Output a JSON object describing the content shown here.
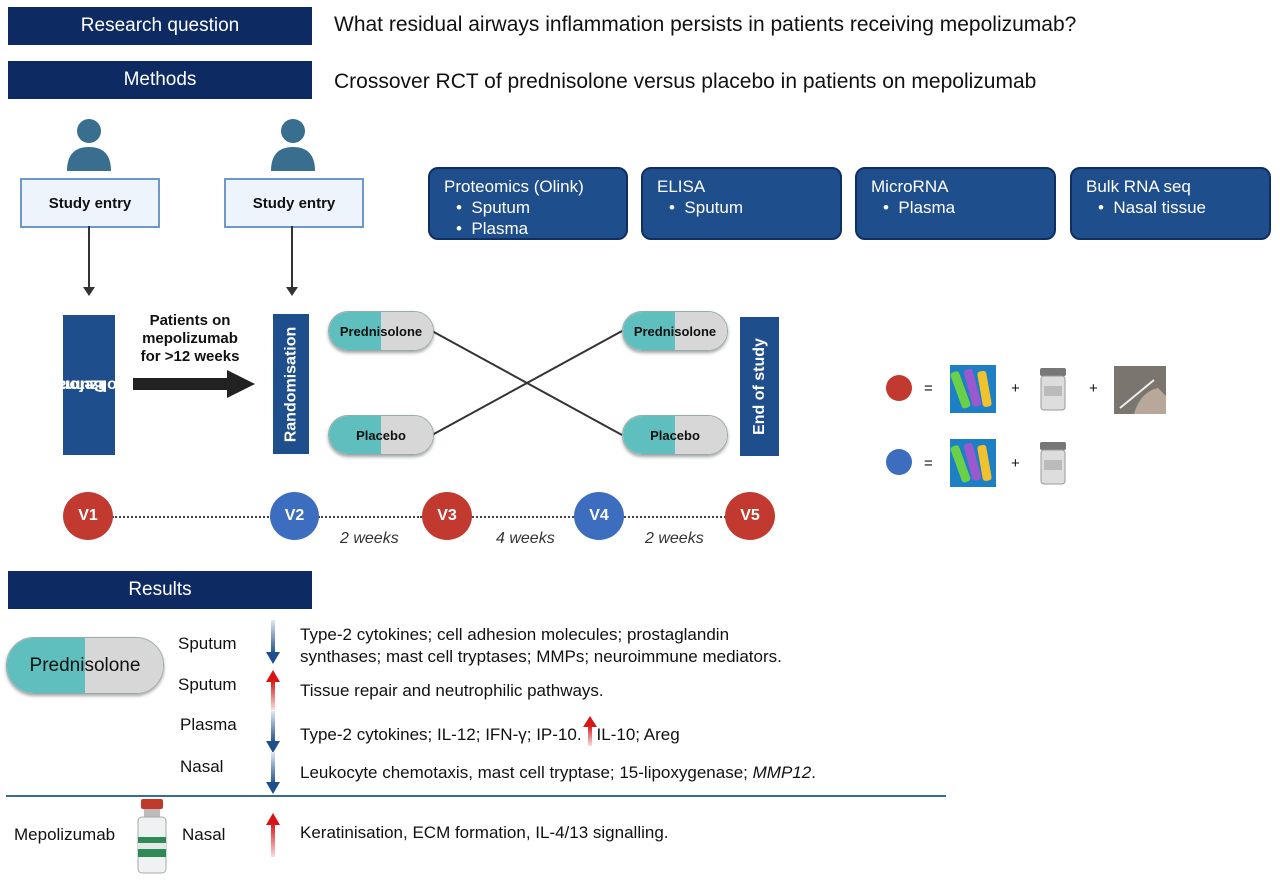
{
  "header": {
    "research_label": "Research question",
    "research_text": "What residual airways inflammation persists in patients receiving mepolizumab?",
    "methods_label": "Methods",
    "methods_text": "Crossover RCT of prednisolone versus placebo in patients on mepolizumab"
  },
  "design": {
    "entry_1": "Study entry",
    "entry_2": "Study entry",
    "before_line1": "Before",
    "before_line2": "mepolizumab",
    "patients_note": "Patients on mepolizumab for >12 weeks",
    "randomisation": "Randomisation",
    "end": "End of study",
    "pill_pred": "Prednisolone",
    "pill_placebo": "Placebo",
    "visits": [
      "V1",
      "V2",
      "V3",
      "V4",
      "V5"
    ],
    "intervals": [
      "2 weeks",
      "4 weeks",
      "2 weeks"
    ]
  },
  "assays": [
    {
      "title": "Proteomics (Olink)",
      "items": [
        "Sputum",
        "Plasma"
      ]
    },
    {
      "title": "ELISA",
      "items": [
        "Sputum"
      ]
    },
    {
      "title": "MicroRNA",
      "items": [
        "Plasma"
      ]
    },
    {
      "title": "Bulk RNA seq",
      "items": [
        "Nasal tissue"
      ]
    }
  ],
  "legend": {
    "eq": "=",
    "plus": "+",
    "red_items": [
      "blood-tubes",
      "sputum-pot",
      "nasal-swab"
    ],
    "blue_items": [
      "blood-tubes",
      "sputum-pot"
    ],
    "colors": {
      "red": "#c23a2f",
      "blue": "#3d6dbf"
    }
  },
  "results": {
    "label": "Results",
    "pred_pill": "Prednisolone",
    "rows": [
      {
        "sample": "Sputum",
        "direction": "down",
        "text_1": "Type-2 cytokines; cell adhesion molecules; prostaglandin",
        "text_2": "synthases; mast cell tryptases; MMPs; neuroimmune mediators."
      },
      {
        "sample": "Sputum",
        "direction": "up",
        "text_1": "Tissue repair and neutrophilic pathways."
      },
      {
        "sample": "Plasma",
        "direction": "down",
        "text_1": "Type-2 cytokines; IL-12; IFN-γ; IP-10.",
        "text_up": "IL-10; Areg"
      },
      {
        "sample": "Nasal",
        "direction": "down",
        "text_1": "Leukocyte chemotaxis, mast cell tryptase; 15-lipoxygenase;",
        "text_italic": "MMP12",
        "text_end": "."
      }
    ],
    "mepo_label": "Mepolizumab",
    "mepo_sample": "Nasal",
    "mepo_text": "Keratinisation, ECM formation, IL-4/13 signalling."
  }
}
